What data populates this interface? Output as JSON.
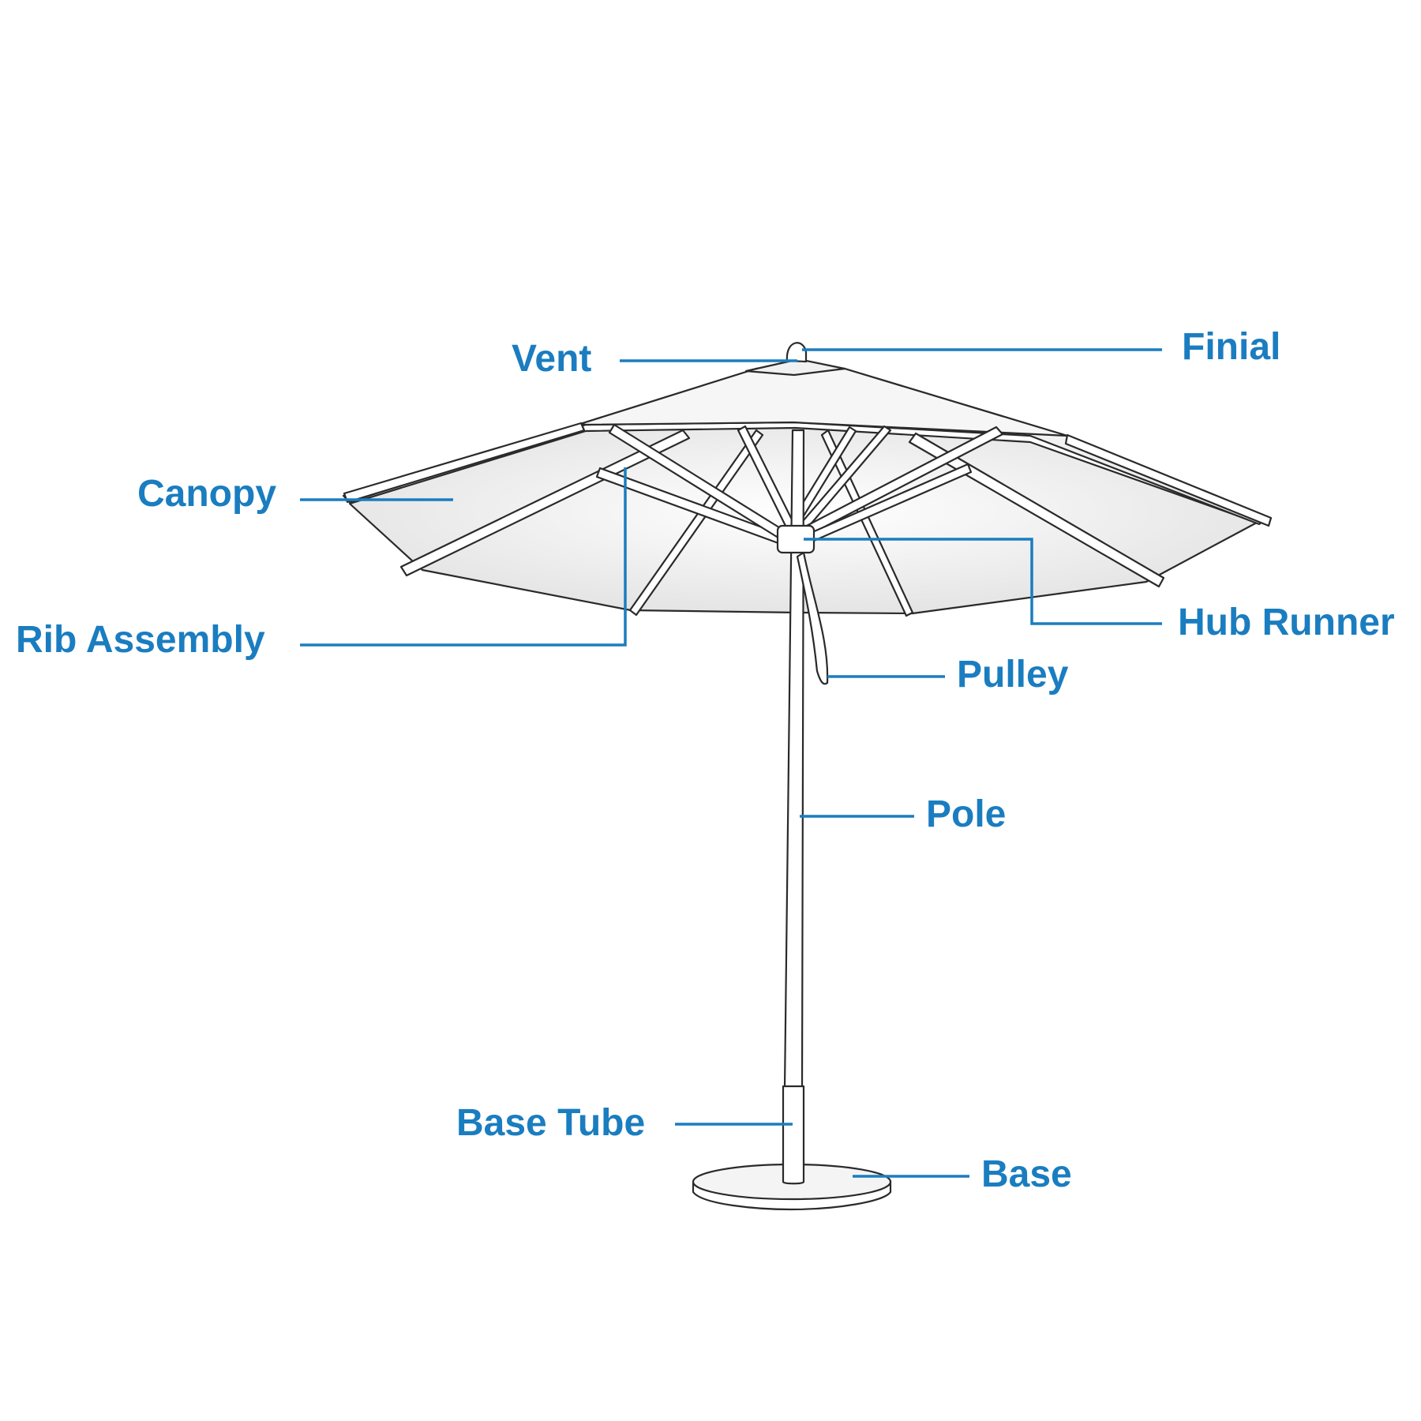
{
  "colors": {
    "label": "#1a7dc0",
    "outline": "#2a2a2a",
    "canopy_fill": "#f3f3f3"
  },
  "labels": {
    "vent": "Vent",
    "finial": "Finial",
    "canopy": "Canopy",
    "rib_assembly": "Rib Assembly",
    "hub_runner": "Hub Runner",
    "pulley": "Pulley",
    "pole": "Pole",
    "base_tube": "Base Tube",
    "base": "Base"
  }
}
